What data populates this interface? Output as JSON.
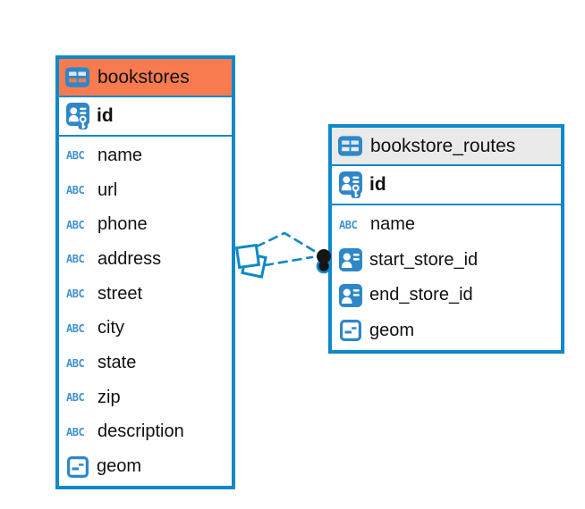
{
  "colors": {
    "accent_blue": "#0E88C8",
    "icon_blue": "#2E87C9",
    "abc_icon_blue": "#3E92D2",
    "selected_header_orange": "#F87B50",
    "header_gray": "#EAEAEA",
    "text": "#111111",
    "canvas_bg": "#FFFFFF",
    "relationship_dot": "#151515"
  },
  "glyphs": {
    "text_type": "ABC"
  },
  "tables": [
    {
      "title": "bookstores",
      "header_color": "#F87B50",
      "selected": true,
      "header_icon": "table-icon",
      "primary_key": {
        "label": "id",
        "icon": "person-key-icon"
      },
      "fields": [
        {
          "label": "name",
          "type": "text",
          "icon": "abc-icon"
        },
        {
          "label": "url",
          "type": "text",
          "icon": "abc-icon"
        },
        {
          "label": "phone",
          "type": "text",
          "icon": "abc-icon"
        },
        {
          "label": "address",
          "type": "text",
          "icon": "abc-icon"
        },
        {
          "label": "street",
          "type": "text",
          "icon": "abc-icon"
        },
        {
          "label": "city",
          "type": "text",
          "icon": "abc-icon"
        },
        {
          "label": "state",
          "type": "text",
          "icon": "abc-icon"
        },
        {
          "label": "zip",
          "type": "text",
          "icon": "abc-icon"
        },
        {
          "label": "description",
          "type": "text",
          "icon": "abc-icon"
        },
        {
          "label": "geom",
          "type": "geometry",
          "icon": "geometry-icon"
        }
      ]
    },
    {
      "title": "bookstore_routes",
      "header_color": "#EAEAEA",
      "selected": false,
      "header_icon": "table-icon",
      "primary_key": {
        "label": "id",
        "icon": "person-key-icon"
      },
      "fields": [
        {
          "label": "name",
          "type": "text",
          "icon": "abc-icon"
        },
        {
          "label": "start_store_id",
          "type": "reference",
          "icon": "person-badge-icon"
        },
        {
          "label": "end_store_id",
          "type": "reference",
          "icon": "person-badge-icon"
        },
        {
          "label": "geom",
          "type": "geometry",
          "icon": "geometry-icon"
        }
      ]
    }
  ],
  "relationships": [
    {
      "from": "bookstores.id",
      "to": "bookstore_routes.start_store_id",
      "style": "dashed"
    },
    {
      "from": "bookstores.id",
      "to": "bookstore_routes.end_store_id",
      "style": "dashed"
    }
  ]
}
